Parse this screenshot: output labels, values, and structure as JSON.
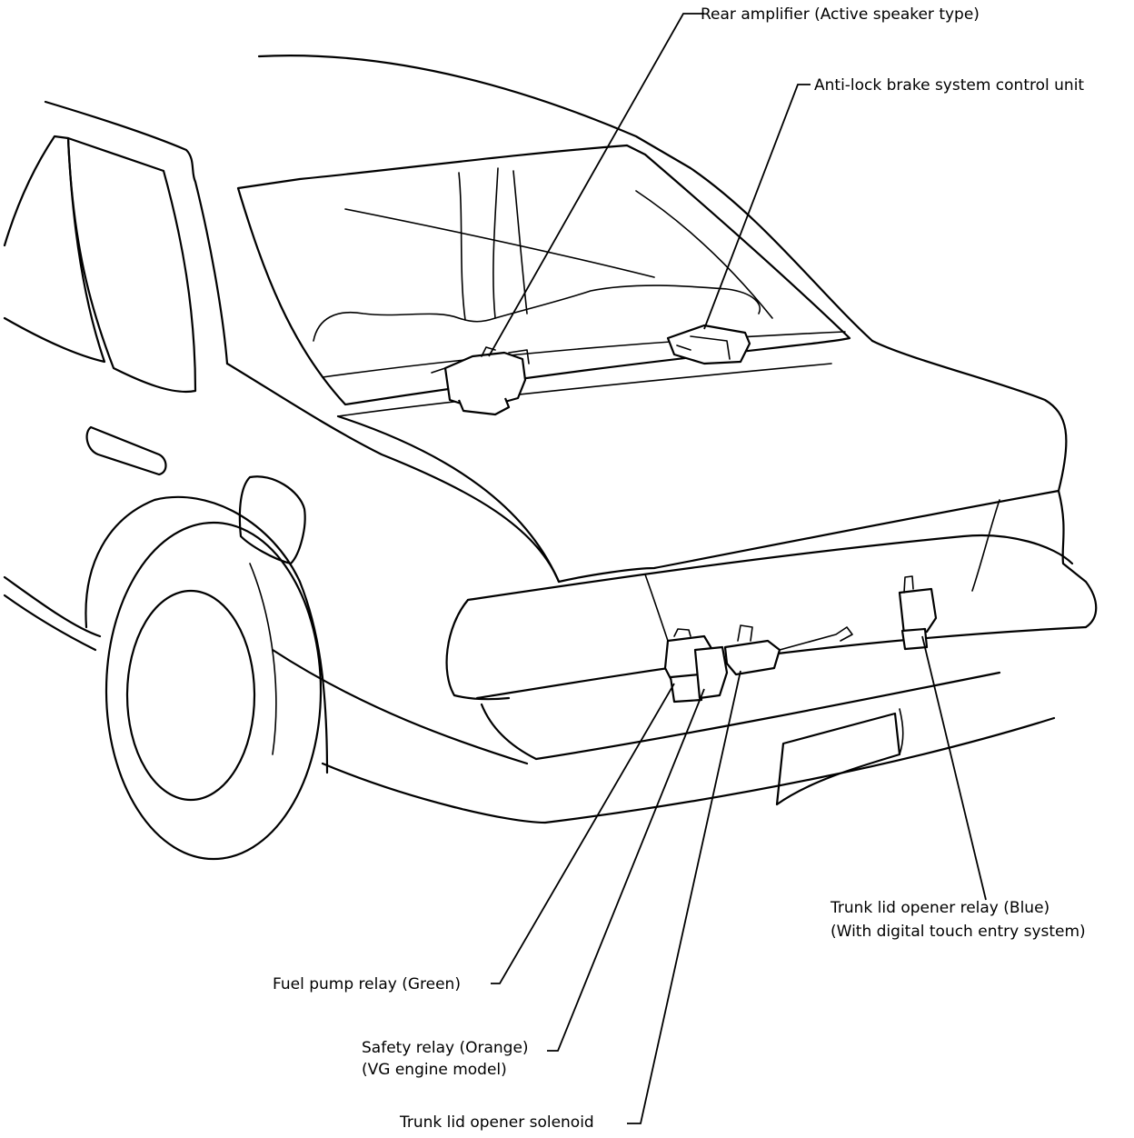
{
  "labels": {
    "rear_amplifier": "Rear amplifier (Active speaker type)",
    "abs_control_unit": "Anti-lock brake system control unit",
    "trunk_relay_line1": "Trunk lid opener relay (Blue)",
    "trunk_relay_line2": "(With digital touch entry system)",
    "fuel_pump_relay": "Fuel pump relay (Green)",
    "safety_relay_line1": "Safety relay (Orange)",
    "safety_relay_line2": "(VG engine model)",
    "trunk_solenoid": "Trunk lid opener solenoid"
  }
}
